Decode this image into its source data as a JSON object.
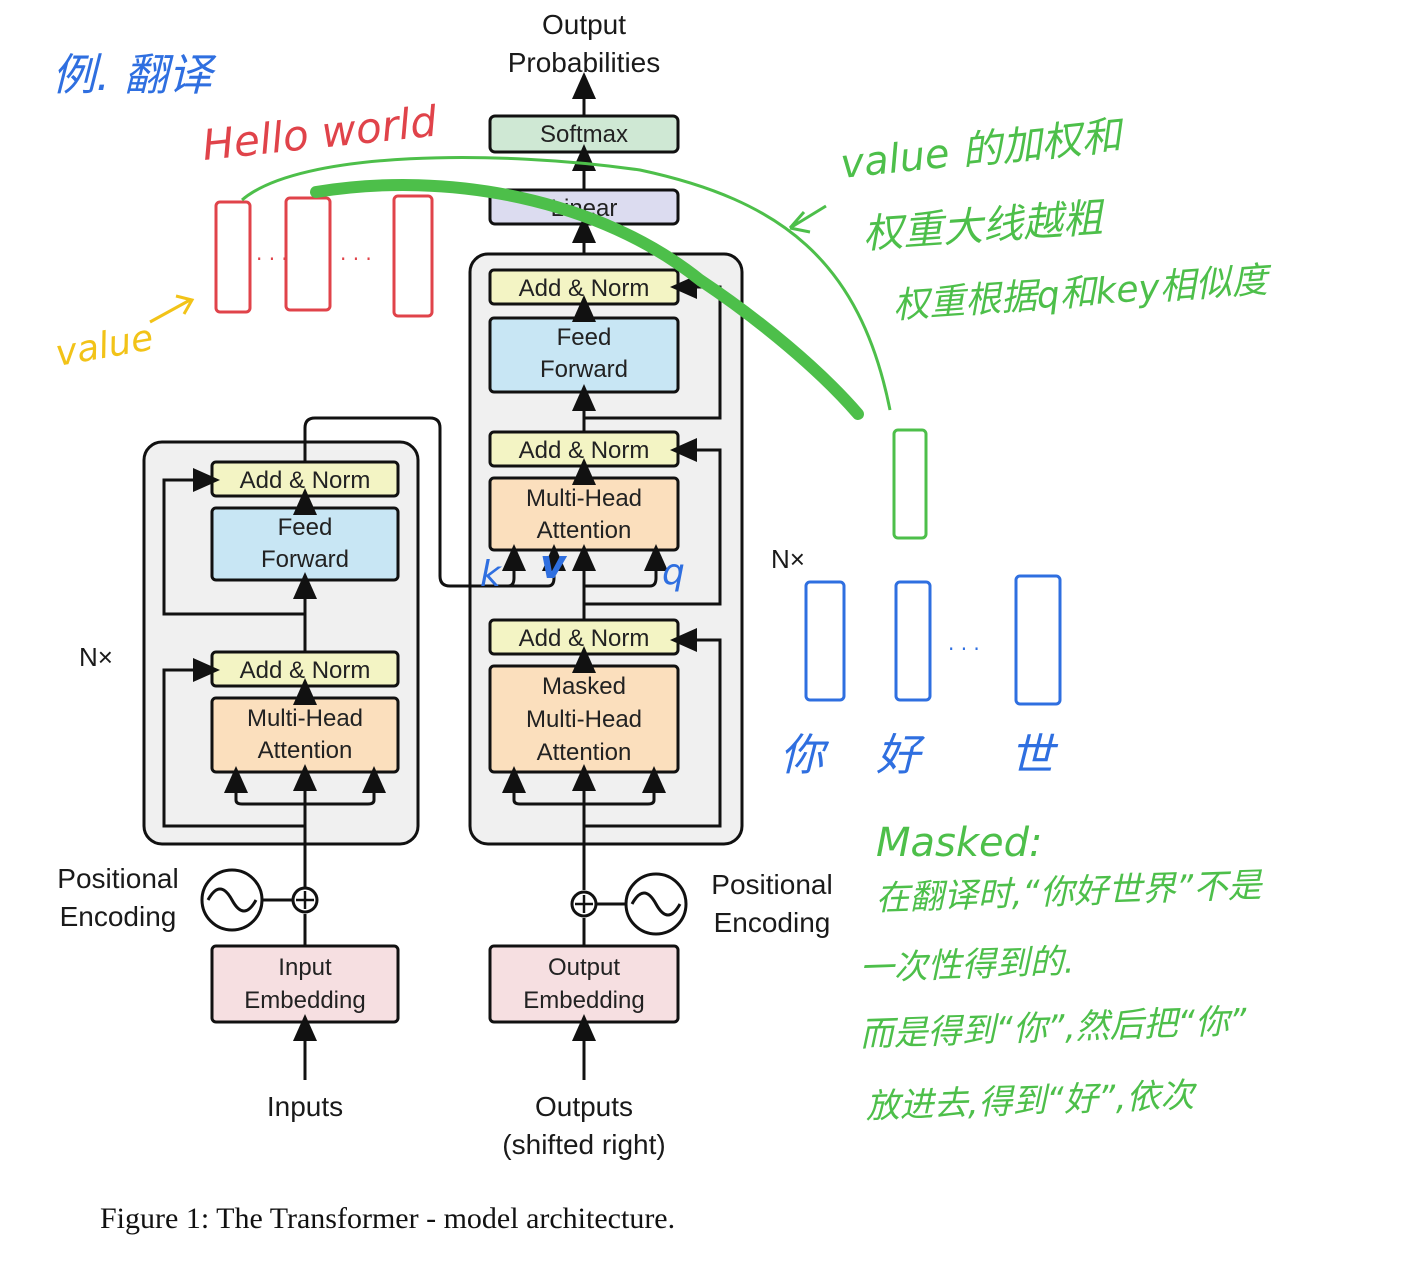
{
  "diagram": {
    "top_output": [
      "Output",
      "Probabilities"
    ],
    "softmax": "Softmax",
    "linear": "Linear",
    "encoder": {
      "repeat": "N×",
      "add_norm_top": "Add & Norm",
      "feed_forward": [
        "Feed",
        "Forward"
      ],
      "add_norm_bottom": "Add & Norm",
      "attention": [
        "Multi-Head",
        "Attention"
      ]
    },
    "decoder": {
      "repeat": "N×",
      "add_norm_top": "Add & Norm",
      "feed_forward": [
        "Feed",
        "Forward"
      ],
      "add_norm_mid": "Add & Norm",
      "cross_attention": [
        "Multi-Head",
        "Attention"
      ],
      "add_norm_bottom": "Add & Norm",
      "masked_attention": [
        "Masked",
        "Multi-Head",
        "Attention"
      ]
    },
    "pos_enc_left": [
      "Positional",
      "Encoding"
    ],
    "pos_enc_right": [
      "Positional",
      "Encoding"
    ],
    "input_embedding": [
      "Input",
      "Embedding"
    ],
    "output_embedding": [
      "Output",
      "Embedding"
    ],
    "inputs": "Inputs",
    "outputs": [
      "Outputs",
      "(shifted right)"
    ],
    "caption": "Figure 1: The Transformer - model architecture."
  },
  "annotations": {
    "title_blue": "例. 翻译",
    "hello": "Hello world",
    "value_yellow": "value",
    "weights_green": [
      "value 的加权和",
      "权重大线越粗",
      "权重根据q和key相似度"
    ],
    "kvq": [
      "k",
      "v",
      "q"
    ],
    "chinese_tokens": [
      "你",
      "好",
      "世"
    ],
    "dots": "· · ·",
    "masked_note": [
      "Masked:",
      "在翻译时,“你好世界”不是",
      "一次性得到的.",
      "而是得到“你”,然后把“你”",
      "放进去,得到“好”,依次"
    ]
  },
  "colors": {
    "add_norm": "#f3f4c4",
    "feed_forward": "#c8e6f4",
    "attention": "#fbdfbd",
    "embedding": "#f6dfe1",
    "softmax": "#cfe8d4",
    "linear": "#dcdcf0",
    "block_bg": "#f0f0f0",
    "red": "#e0434a",
    "blue": "#2f6fe0",
    "green": "#4dbf4a",
    "yellow": "#f2c318"
  }
}
